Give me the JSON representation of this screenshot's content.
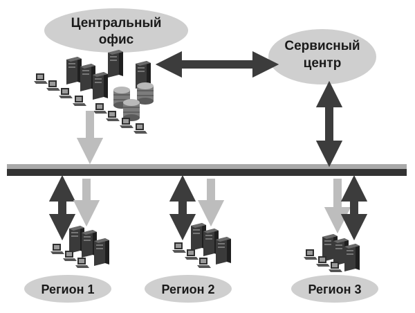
{
  "nodes": {
    "central_office": {
      "line1": "Центральный",
      "line2": "офис"
    },
    "service_center": {
      "line1": "Сервисный",
      "line2": "центр"
    },
    "region1": {
      "label": "Регион 1"
    },
    "region2": {
      "label": "Регион 2"
    },
    "region3": {
      "label": "Регион 3"
    }
  },
  "colors": {
    "ellipse_fill": "#cfcfcf",
    "dark_arrow": "#3c3c3c",
    "light_arrow": "#bdbdbd",
    "bus_light": "#a9a9a9",
    "bus_dark": "#333333",
    "equipment": "#2e2e2e"
  },
  "icons": [
    "server-cluster-icon",
    "workstation-icon",
    "database-icon"
  ]
}
